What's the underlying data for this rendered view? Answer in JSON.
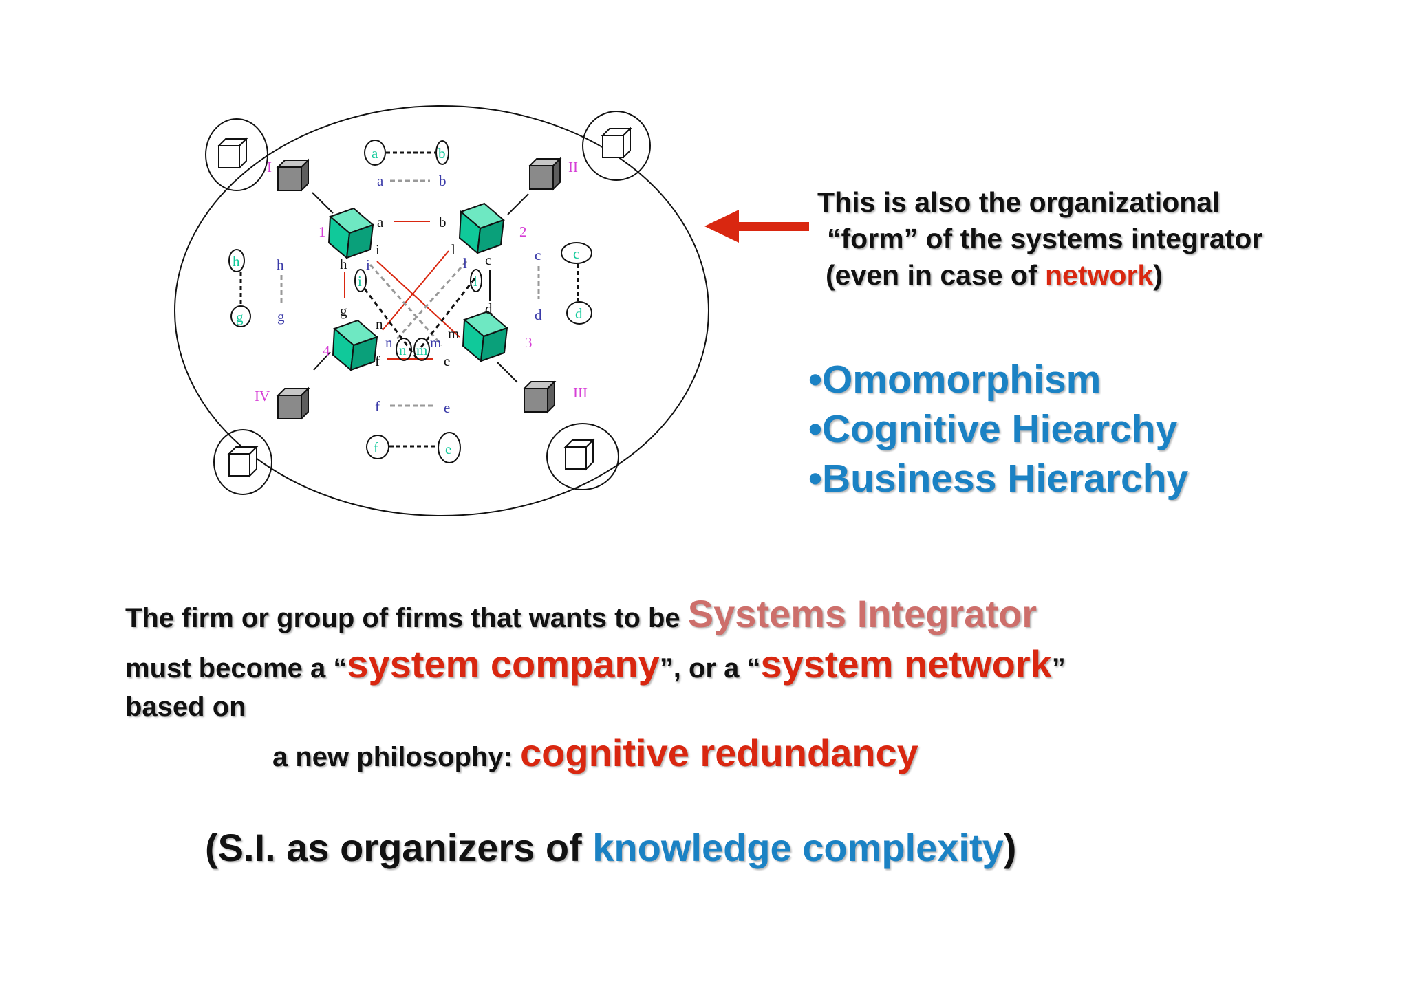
{
  "diagram": {
    "cluster_labels": [
      "I",
      "II",
      "III",
      "IV"
    ],
    "cube_numbers": [
      "1",
      "2",
      "3",
      "4"
    ],
    "top_pair": [
      "a",
      "b"
    ],
    "bottom_pair": [
      "f",
      "e"
    ],
    "left_pair": [
      "h",
      "g"
    ],
    "right_pair": [
      "c",
      "d"
    ],
    "inner": {
      "a": "a",
      "b": "b",
      "l": "l",
      "c": "c",
      "d": "d",
      "m": "m",
      "e": "e",
      "f": "f",
      "n": "n",
      "g": "g",
      "h": "h",
      "i": "i"
    }
  },
  "callout": {
    "line1": "This is also the organizational",
    "line2": "“form” of the systems integrator",
    "line3_pre": "(even in case of ",
    "line3_red": "network",
    "line3_post": ")"
  },
  "bullets": [
    "•Omomorphism",
    "•Cognitive Hiearchy",
    "•Business Hierarchy"
  ],
  "paragraph": {
    "l1_pre": "The firm or group of firms that wants to be ",
    "l1_big": "Systems Integrator",
    "l2_a": "must become a “",
    "l2_b": "system company",
    "l2_c": "”, or a “",
    "l2_d": "system network",
    "l2_e": "”",
    "l3": "based on",
    "l4_pre": "a new philosophy: ",
    "l4_big": "cognitive redundancy"
  },
  "footer": {
    "pre": "(S.I. as organizers of ",
    "blue": "knowledge complexity",
    "post": ")"
  },
  "colors": {
    "teal": "#10c99a",
    "gray_cube": "#8a8a8a",
    "magenta": "#d63fd6",
    "navy": "#3a3aa8",
    "red": "#d92710",
    "blue": "#1b82c4",
    "rose": "#cd6f6b"
  }
}
